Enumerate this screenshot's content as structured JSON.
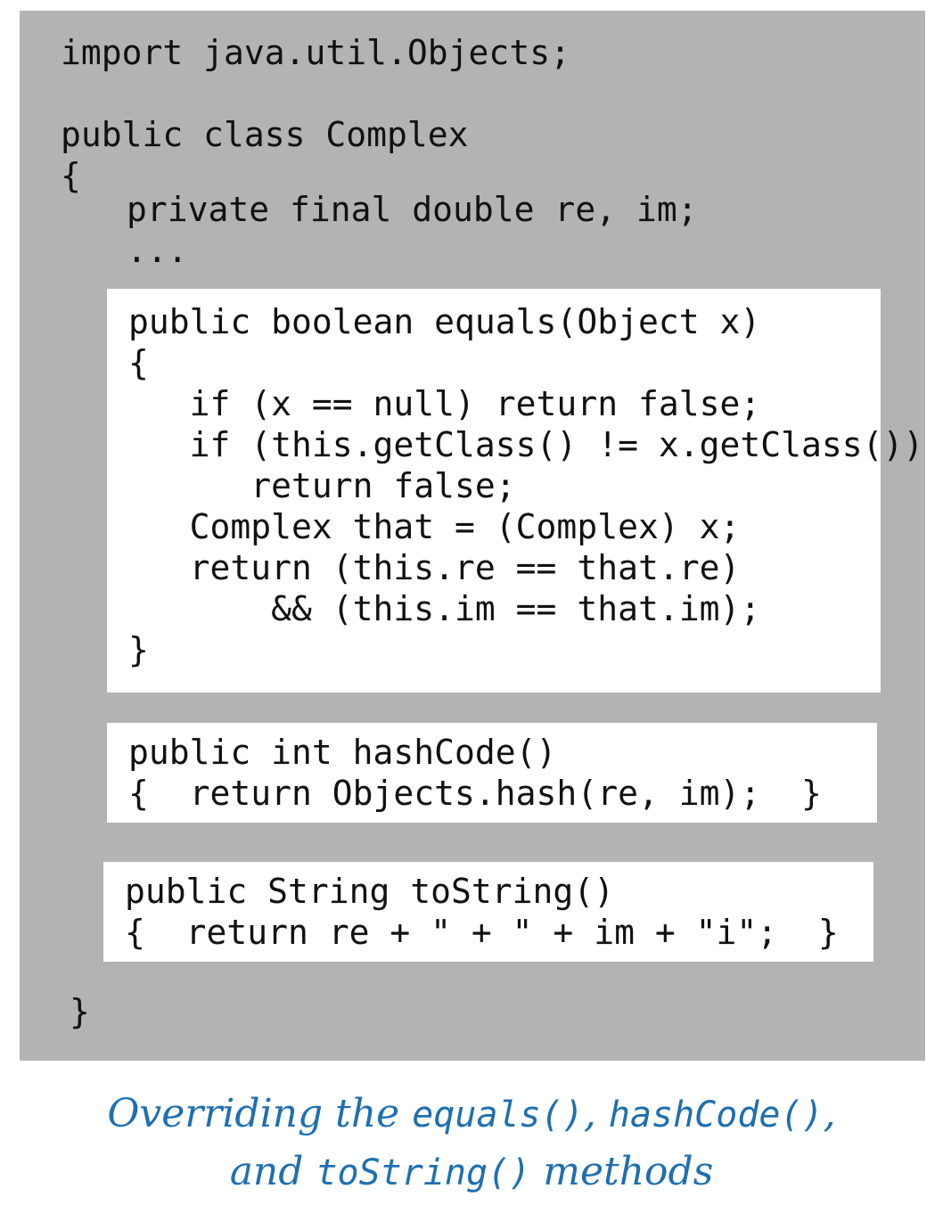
{
  "outer": {
    "line_import": "import java.util.Objects;",
    "line_class": "public class Complex",
    "line_open": "{",
    "line_fields": "private final double re, im;",
    "line_ellipsis": "...",
    "line_close": "}"
  },
  "equals_method": {
    "lines": [
      "public boolean equals(Object x)",
      "{",
      "   if (x == null) return false;",
      "   if (this.getClass() != x.getClass())",
      "      return false;",
      "   Complex that = (Complex) x;",
      "   return (this.re == that.re)",
      "       && (this.im == that.im);",
      "}"
    ]
  },
  "hashcode_method": {
    "lines": [
      "public int hashCode()",
      "{  return Objects.hash(re, im);  }"
    ]
  },
  "tostring_method": {
    "lines": [
      "public String toString()",
      "{  return re + \" + \" + im + \"i\";  }"
    ]
  },
  "caption": {
    "part1": "Overriding the ",
    "code1": "equals()",
    "part2": ", ",
    "code2": "hashCode()",
    "part3": ",",
    "part4": "and ",
    "code3": "toString()",
    "part5": " methods"
  }
}
